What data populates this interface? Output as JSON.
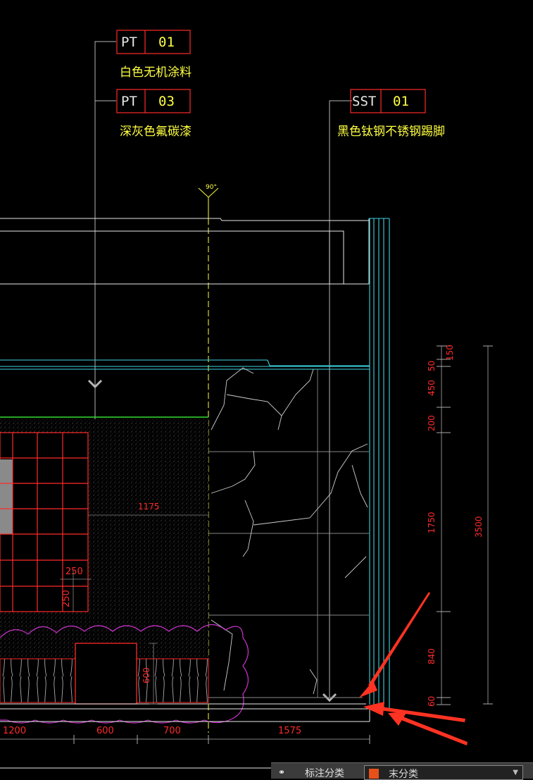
{
  "tags": [
    {
      "code": "PT",
      "num": "01",
      "desc": "白色无机涂料"
    },
    {
      "code": "PT",
      "num": "03",
      "desc": "深灰色氟碳漆"
    },
    {
      "code": "SST",
      "num": "01",
      "desc": "黑色钛钢不锈钢踢脚"
    }
  ],
  "section_angle": "90°",
  "dims": {
    "d1175": "1175",
    "d250a": "250",
    "d250b": "250",
    "d600v": "600",
    "b1200": "1200",
    "b600": "600",
    "b700": "700",
    "b1575": "1575",
    "r50": "50",
    "r150": "150",
    "r450": "450",
    "r200": "200",
    "r1750": "1750",
    "r840": "840",
    "r60": "60",
    "r3500": "3500"
  },
  "status": {
    "label": "标注分类",
    "layer": "末分类",
    "layer_color": "#e8501a"
  },
  "colors": {
    "red": "#ff2a2a",
    "yellow": "#ffff40",
    "cyan": "#3cd4e0",
    "green": "#33dd33",
    "magenta": "#cc33cc",
    "white": "#e8e8e8",
    "arrow": "#ff3322"
  }
}
